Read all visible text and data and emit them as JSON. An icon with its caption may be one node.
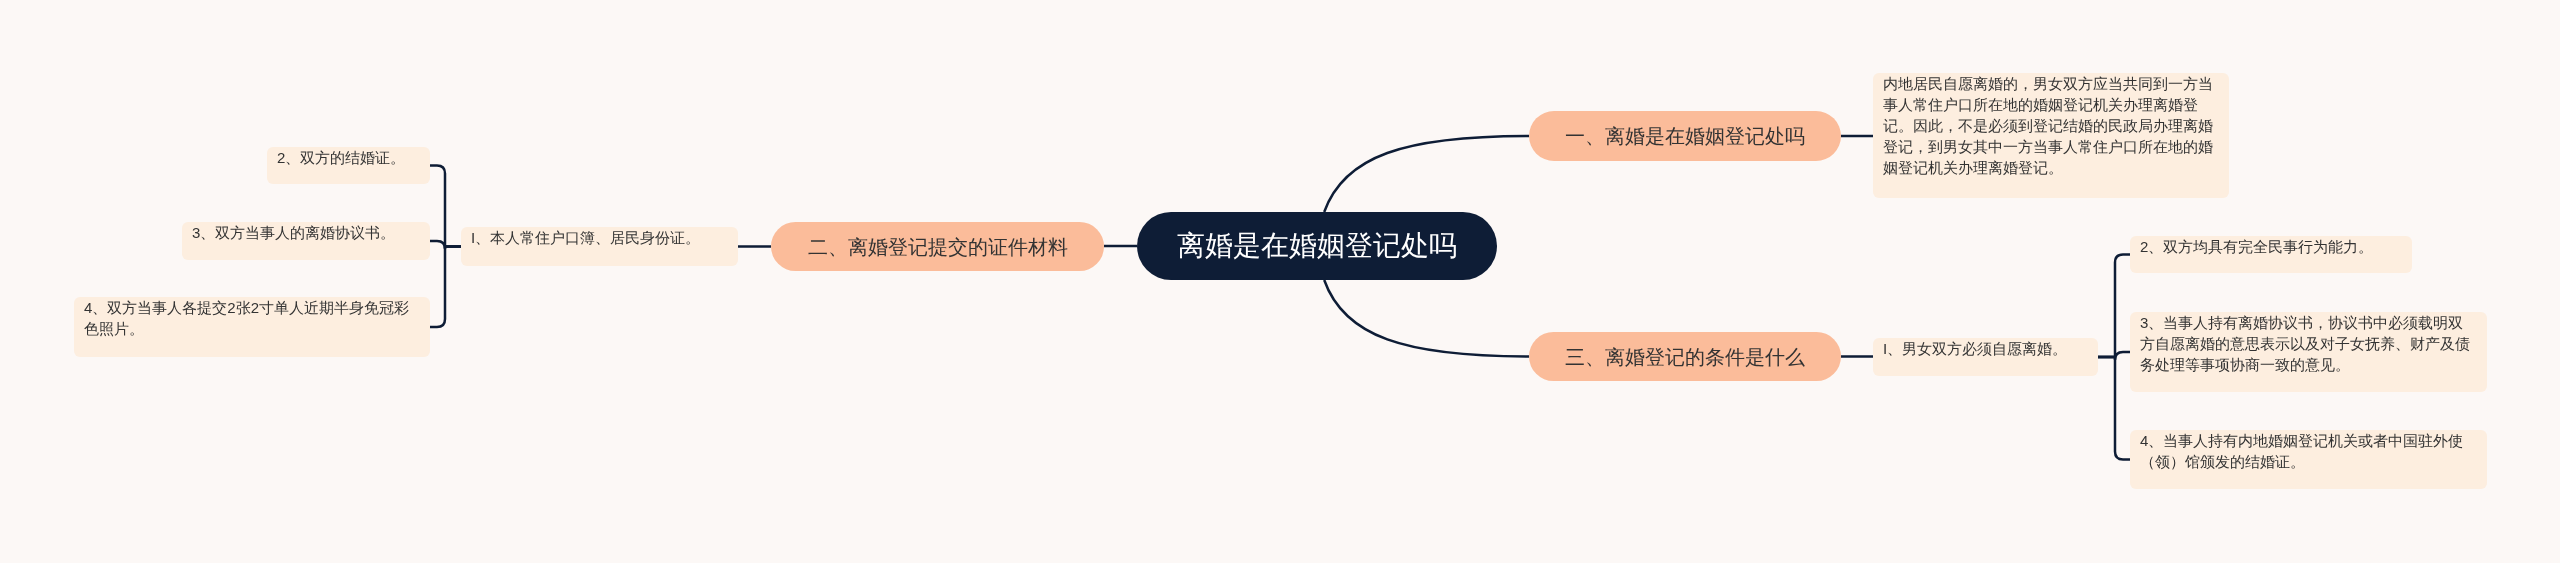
{
  "diagram": {
    "nodes": [
      {
        "text": [
          "离婚是在婚姻登记处吗"
        ]
      },
      {
        "text": [
          "一、离婚是在婚姻登记处吗"
        ]
      },
      {
        "text": [
          "内地居民自愿离婚的，男女双方应当共同到一方当事人常住户口所在地的婚姻登记机关办理离婚登记。因此，不是必须到登记结婚的民政局办理离婚登记，到男女其中一方当事人常住户口所在地的婚姻登记机关办理离婚登记。"
        ]
      },
      {
        "text": [
          "二、离婚登记提交的证件材料"
        ]
      },
      {
        "text": [
          "I、本人常住户口簿、居民身份证。"
        ]
      },
      {
        "text": [
          "2、双方的结婚证。"
        ]
      },
      {
        "text": [
          "3、双方当事人的离婚协议书。"
        ]
      },
      {
        "text": [
          "4、双方当事人各提交2张2寸单人近期半身免冠彩色照片。"
        ]
      },
      {
        "text": [
          "三、离婚登记的条件是什么"
        ]
      },
      {
        "text": [
          "I、男女双方必须自愿离婚。"
        ]
      },
      {
        "text": [
          "2、双方均具有完全民事行为能力。"
        ]
      },
      {
        "text": [
          "3、当事人持有离婚协议书，协议书中必须载明双方自愿离婚的意思表示以及对子女抚养、财产及债务处理等事项协商一致的意见。"
        ]
      },
      {
        "text": [
          "4、当事人持有内地婚姻登记机关或者中国驻外使（领）馆颁发的结婚证。"
        ]
      }
    ],
    "edges": [
      {
        "from": 0,
        "to": 1,
        "arrow": "none"
      },
      {
        "from": 1,
        "to": 2,
        "arrow": "none"
      },
      {
        "from": 0,
        "to": 3,
        "arrow": "none"
      },
      {
        "from": 3,
        "to": 4,
        "arrow": "none"
      },
      {
        "from": 4,
        "to": 5,
        "arrow": "none"
      },
      {
        "from": 4,
        "to": 6,
        "arrow": "none"
      },
      {
        "from": 4,
        "to": 7,
        "arrow": "none"
      },
      {
        "from": 0,
        "to": 8,
        "arrow": "none"
      },
      {
        "from": 8,
        "to": 9,
        "arrow": "none"
      },
      {
        "from": 9,
        "to": 10,
        "arrow": "none"
      },
      {
        "from": 9,
        "to": 11,
        "arrow": "none"
      },
      {
        "from": 9,
        "to": 12,
        "arrow": "none"
      }
    ]
  }
}
